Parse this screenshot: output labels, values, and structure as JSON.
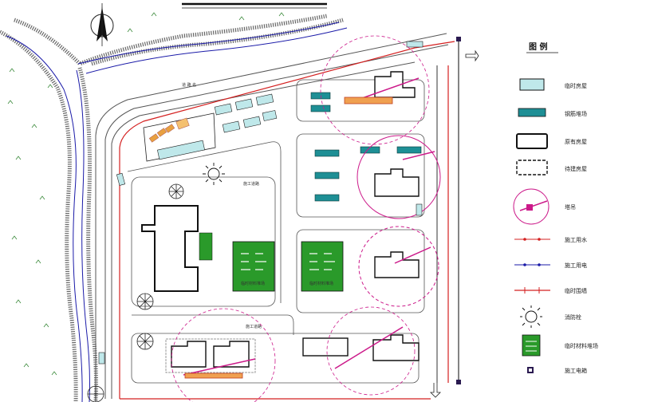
{
  "legend": {
    "title": "图 例",
    "items": [
      {
        "key": "temp-house",
        "label": "临时房屋"
      },
      {
        "key": "steel-shed",
        "label": "钢筋堆场"
      },
      {
        "key": "existing-building",
        "label": "原有房屋"
      },
      {
        "key": "planned-building",
        "label": "待建房屋"
      },
      {
        "key": "tower-crane",
        "label": "塔吊"
      },
      {
        "key": "water-pipe",
        "label": "施工用水"
      },
      {
        "key": "power-line",
        "label": "施工用电"
      },
      {
        "key": "temp-wall",
        "label": "临时围墙"
      },
      {
        "key": "fire-hydrant",
        "label": "消防栓"
      },
      {
        "key": "material-yard",
        "label": "临时材料堆场"
      },
      {
        "key": "distribution-box",
        "label": "施工电箱"
      }
    ]
  },
  "labels": {
    "road_top": "道 路 名",
    "yard_left": "临时材料堆场",
    "yard_right": "临时材料堆场",
    "road_mid": "施工道路",
    "road_bottom": "施工道路"
  },
  "colors": {
    "river": "#1a1aa8",
    "wall": "#d42020",
    "crane": "#cc1a8a",
    "teal": "#1e8f95",
    "green": "#2a9a2a",
    "road": "#555555",
    "temp_house": "#bfe8ea",
    "orange": "#e07a18"
  }
}
